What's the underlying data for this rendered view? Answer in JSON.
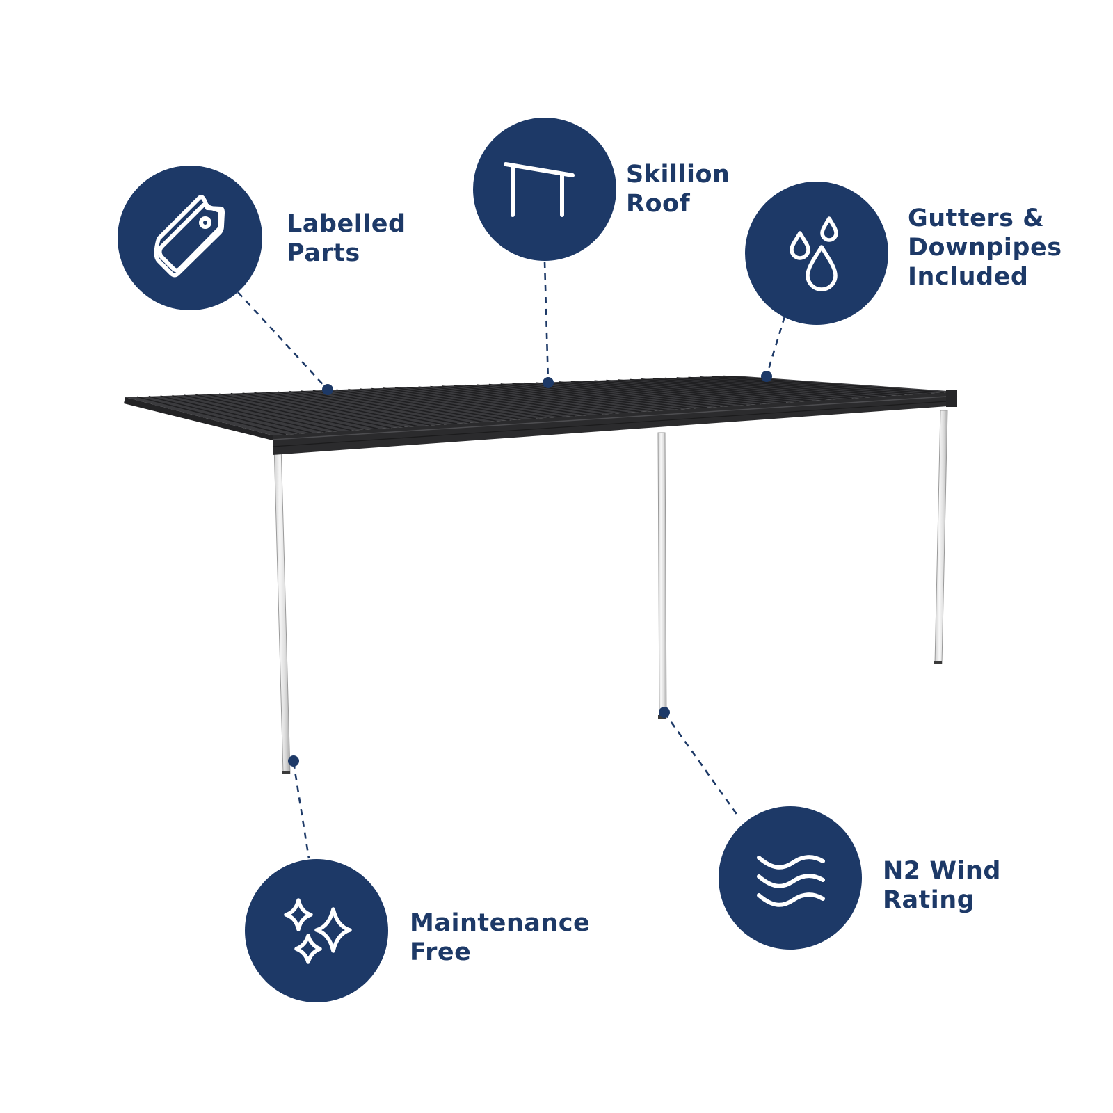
{
  "colors": {
    "badge": "#1d3967",
    "icon_stroke": "#ffffff",
    "roof": "#2f2f31",
    "post": "#e4e4e4",
    "connector": "#1d3967"
  },
  "features": [
    {
      "id": "labelled-parts",
      "icon": "tag-icon",
      "lines": [
        "Labelled",
        "Parts"
      ]
    },
    {
      "id": "skillion-roof",
      "icon": "skillion-roof-icon",
      "lines": [
        "Skillion",
        "Roof"
      ]
    },
    {
      "id": "gutters-downpipes",
      "icon": "water-drops-icon",
      "lines": [
        "Gutters &",
        "Downpipes",
        "Included"
      ]
    },
    {
      "id": "maintenance-free",
      "icon": "sparkles-icon",
      "lines": [
        "Maintenance",
        "Free"
      ]
    },
    {
      "id": "wind-rating",
      "icon": "wind-waves-icon",
      "lines": [
        "N2 Wind",
        "Rating"
      ]
    }
  ]
}
